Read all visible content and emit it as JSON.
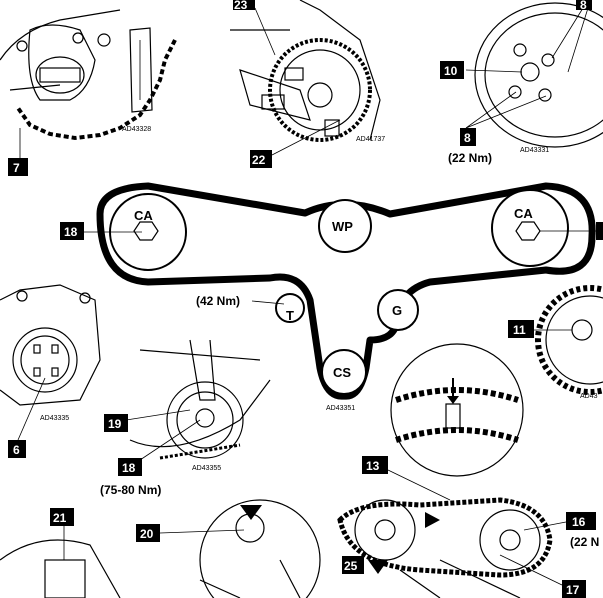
{
  "callouts": {
    "c7": "7",
    "c23": "23",
    "c22": "22",
    "c8a": "8",
    "c8b": "8",
    "c10": "10",
    "c18a": "18",
    "c6": "6",
    "c11": "11",
    "c19": "19",
    "c18b": "18",
    "c13": "13",
    "c21": "21",
    "c20": "20",
    "c16": "16",
    "c25": "25",
    "c17": "17"
  },
  "torques": {
    "t8": "(22 Nm)",
    "tT": "(42 Nm)",
    "t18": "(75-80 Nm)",
    "t16": "(22 N"
  },
  "pulleys": {
    "ca_left": "CA",
    "wp": "WP",
    "ca_right": "CA",
    "tensioner": "T",
    "generator": "G",
    "crank": "CS"
  },
  "codes": {
    "f1": "AD43328",
    "f2": "AD41737",
    "f3": "AD43331",
    "f4": "AD43335",
    "f5": "AD43351",
    "f6": "AD43355",
    "f7": "AD43"
  },
  "colors": {
    "ink": "#000000",
    "paper": "#ffffff",
    "shade": "#c8c8c8"
  }
}
